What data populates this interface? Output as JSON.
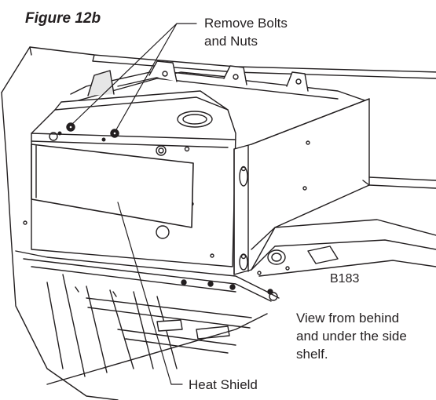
{
  "figure": {
    "title": "Figure 12b",
    "code": "B183"
  },
  "callouts": {
    "bolts_line1": "Remove Bolts",
    "bolts_line2": "and Nuts",
    "heat_shield": "Heat Shield"
  },
  "note": {
    "line1": "View from behind",
    "line2": "and under the side",
    "line3": "shelf."
  },
  "colors": {
    "ink": "#231f20",
    "paper": "#ffffff",
    "shade": "#e6e6e6"
  }
}
